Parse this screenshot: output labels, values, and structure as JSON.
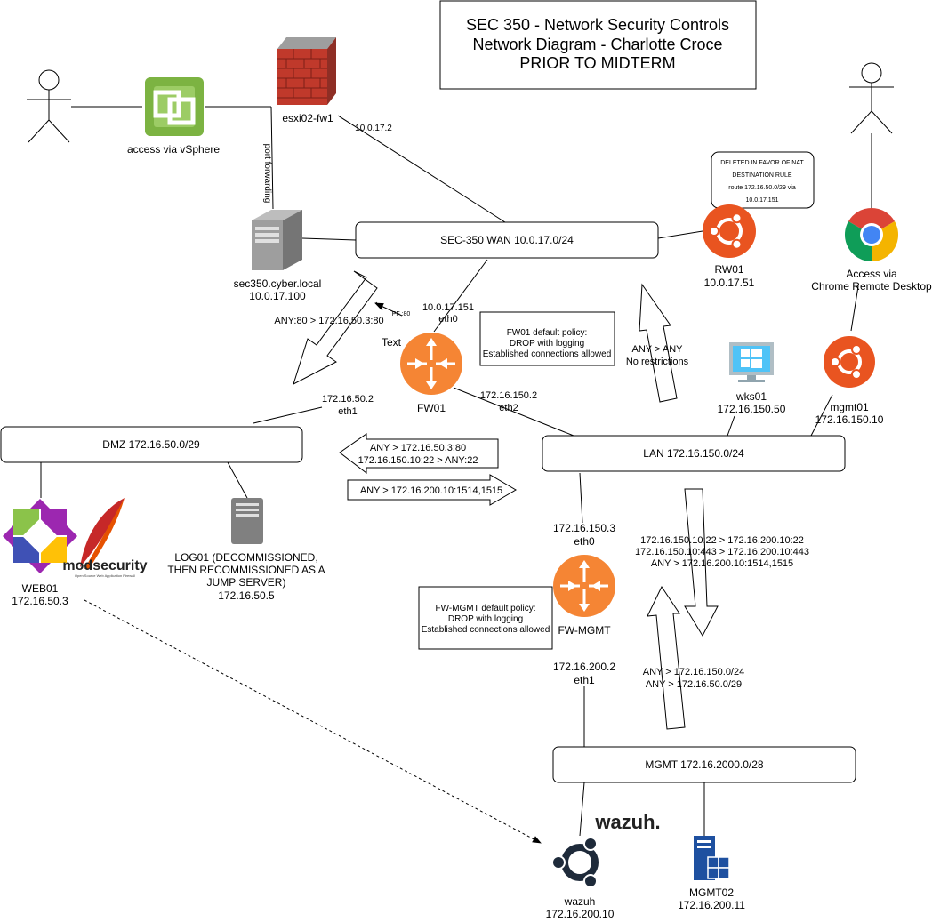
{
  "title": {
    "line1": "SEC 350 -  Network Security Controls",
    "line2": "Network Diagram - Charlotte Croce",
    "line3": "PRIOR TO MIDTERM"
  },
  "actors": {
    "vsphere_label": "access via vSphere",
    "chrome_line1": "Access via",
    "chrome_line2": "Chrome Remote Desktop"
  },
  "esxi": {
    "name": "esxi02-fw1",
    "ip": "10.0.17.2",
    "port_forwarding": "port forwarding"
  },
  "sec350": {
    "name": "sec350.cyber.local",
    "ip": "10.0.17.100",
    "pf_label": "PF :80"
  },
  "wan": {
    "label": "SEC-350 WAN 10.0.17.0/24"
  },
  "rw01": {
    "name": "RW01",
    "ip": "10.0.17.51",
    "note_line1": "DELETED IN FAVOR OF NAT",
    "note_line2": "DESTINATION RULE",
    "note_line3": "route 172.16.50.0/29 via",
    "note_line4": "10.0.17.151"
  },
  "fw01": {
    "name": "FW01",
    "text_label": "Text",
    "eth0_ip": "10.0.17.151",
    "eth0": "eth0",
    "eth1_ip": "172.16.50.2",
    "eth1": "eth1",
    "eth2_ip": "172.16.150.2",
    "eth2": "eth2",
    "policy_line1": "FW01 default policy:",
    "policy_line2": "DROP with logging",
    "policy_line3": "Established connections allowed"
  },
  "rules": {
    "wan_to_dmz": "ANY:80 > 172.16.50.3:80",
    "lan_any_line1": "ANY > ANY",
    "lan_any_line2": "No restrictions",
    "dmz_lan_line1": "ANY > 172.16.50.3:80",
    "dmz_lan_line2": "172.16.150.10:22 > ANY:22",
    "to_wazuh": "ANY > 172.16.200.10:1514,1515",
    "lan_mgmt_line1": "172.16.150.10:22 > 172.16.200.10:22",
    "lan_mgmt_line2": "172.16.150.10:443 > 172.16.200.10:443",
    "lan_mgmt_line3": "ANY > 172.16.200.10:1514,1515",
    "mgmt_lan_line1": "ANY > 172.16.150.0/24",
    "mgmt_lan_line2": "ANY > 172.16.50.0/29"
  },
  "dmz": {
    "label": "DMZ 172.16.50.0/29"
  },
  "web01": {
    "name": "WEB01",
    "ip": "172.16.50.3",
    "modsec_text": "modsecurity",
    "modsec_sub": "Open Source Web Application Firewall"
  },
  "log01": {
    "line1": "LOG01 (DECOMMISSIONED,",
    "line2": "THEN RECOMMISSIONED AS A",
    "line3": "JUMP SERVER)",
    "ip": "172.16.50.5"
  },
  "lan": {
    "label": "LAN 172.16.150.0/24"
  },
  "wks01": {
    "name": "wks01",
    "ip": "172.16.150.50"
  },
  "mgmt01": {
    "name": "mgmt01",
    "ip": "172.16.150.10"
  },
  "fwmgmt": {
    "name": "FW-MGMT",
    "eth0_ip": "172.16.150.3",
    "eth0": "eth0",
    "eth1_ip": "172.16.200.2",
    "eth1": "eth1",
    "policy_line1": "FW-MGMT default policy:",
    "policy_line2": "DROP with logging",
    "policy_line3": "Established connections allowed"
  },
  "mgmt_net": {
    "label": "MGMT 172.16.2000.0/28"
  },
  "wazuh": {
    "logo_text": "wazuh.",
    "name": "wazuh",
    "ip": "172.16.200.10"
  },
  "mgmt02": {
    "name": "MGMT02",
    "ip": "172.16.200.11"
  },
  "colors": {
    "firewall_orange": "#F58534",
    "ubuntu_orange": "#E95420",
    "wazuh_blue": "#3D6FB6",
    "brick_red": "#C0392B"
  }
}
